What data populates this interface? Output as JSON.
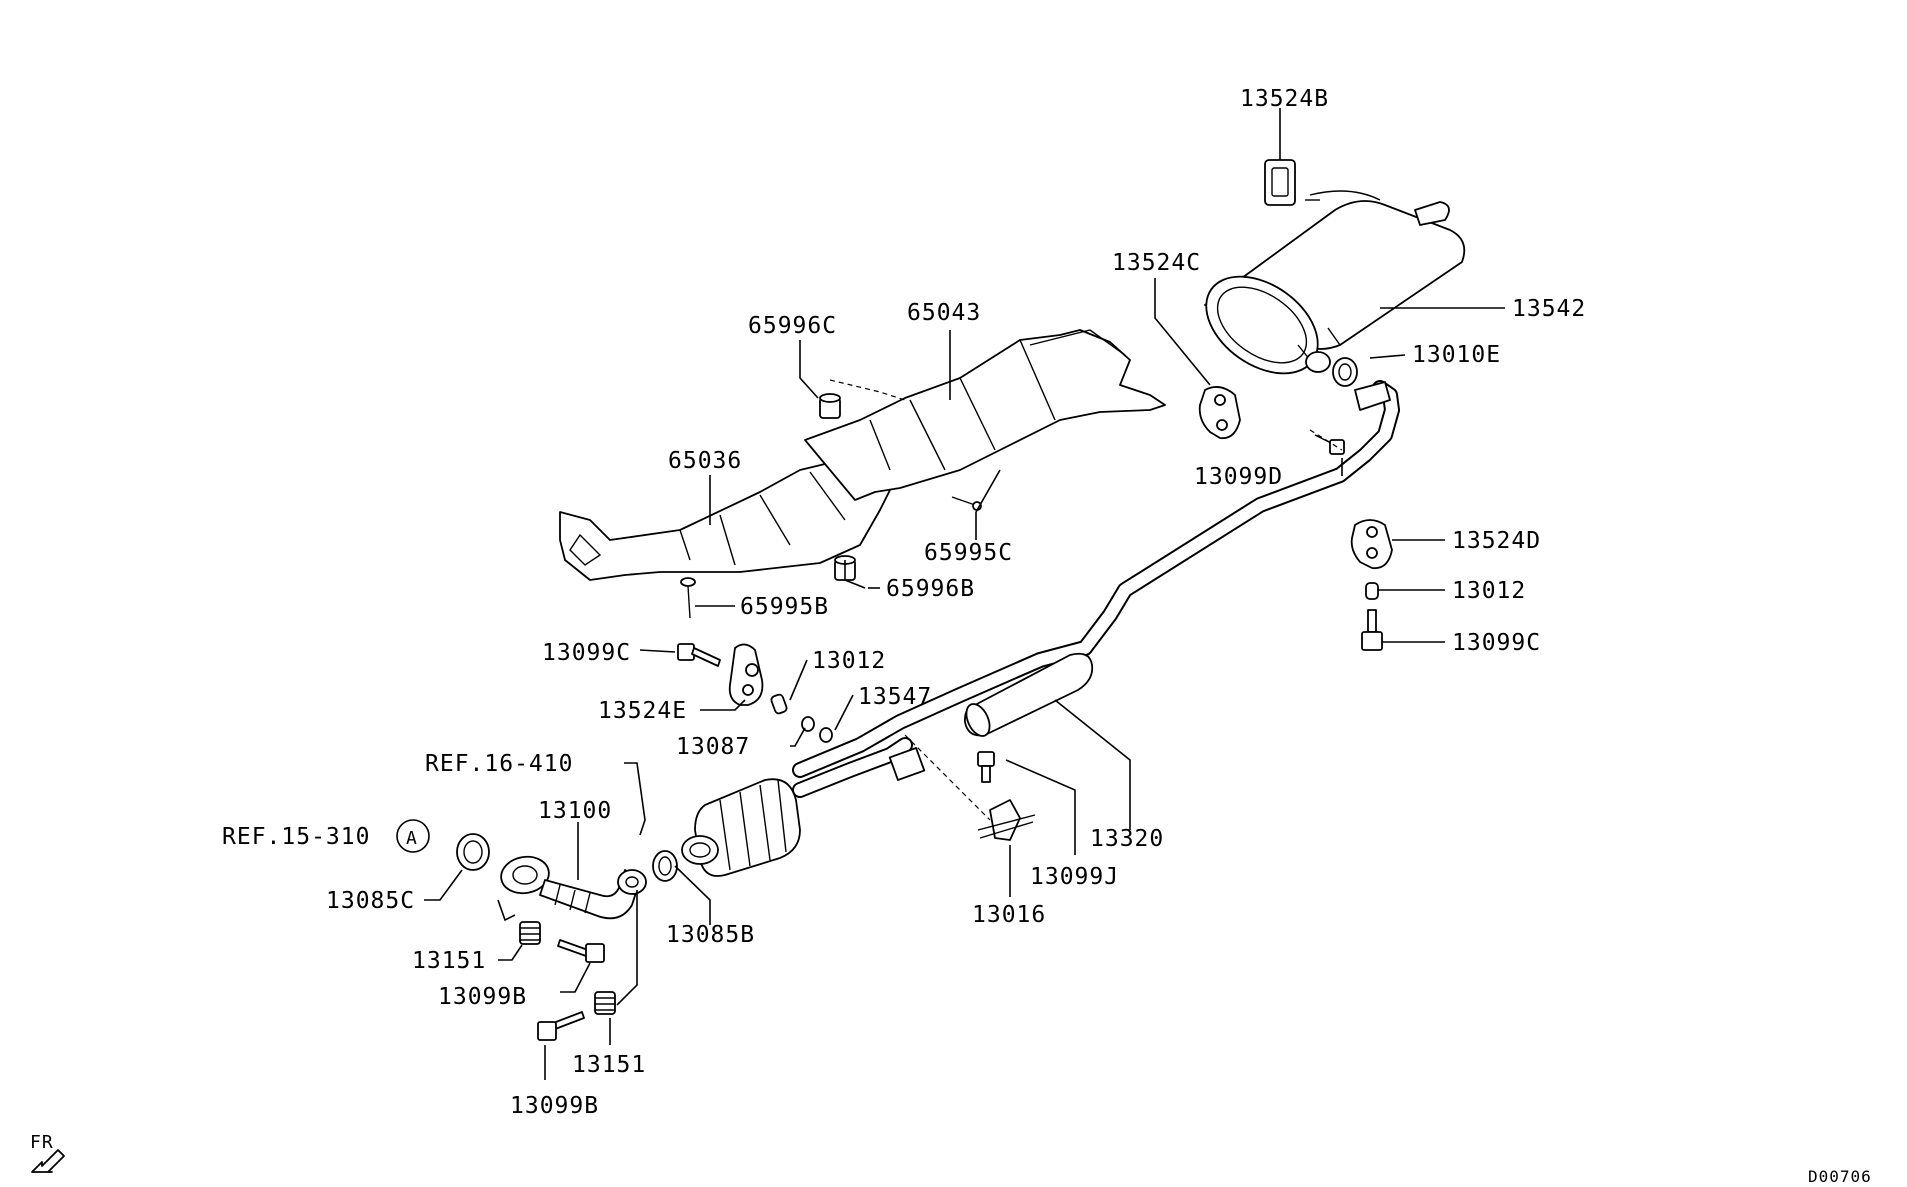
{
  "diagram_code": "D00706",
  "direction_marker": "FR",
  "callouts": {
    "p13524B": "13524B",
    "p13524C": "13524C",
    "p13542": "13542",
    "p13010E": "13010E",
    "p65996C": "65996C",
    "p65043": "65043",
    "p65036": "65036",
    "p13099D": "13099D",
    "p65995C": "65995C",
    "p13524D": "13524D",
    "p65996B": "65996B",
    "p65995B": "65995B",
    "p13012a": "13012",
    "p13099Ca": "13099C",
    "p13099Cb": "13099C",
    "p13012b": "13012",
    "p13524E": "13524E",
    "p13547": "13547",
    "p13087": "13087",
    "pRef16": "REF.16-410",
    "p13100": "13100",
    "pRef15": "REF.15-310",
    "pA": "A",
    "p13320": "13320",
    "p13099J": "13099J",
    "p13085C": "13085C",
    "p13016": "13016",
    "p13085B": "13085B",
    "p13151a": "13151",
    "p13099Ba": "13099B",
    "p13151b": "13151",
    "p13099Bb": "13099B"
  }
}
